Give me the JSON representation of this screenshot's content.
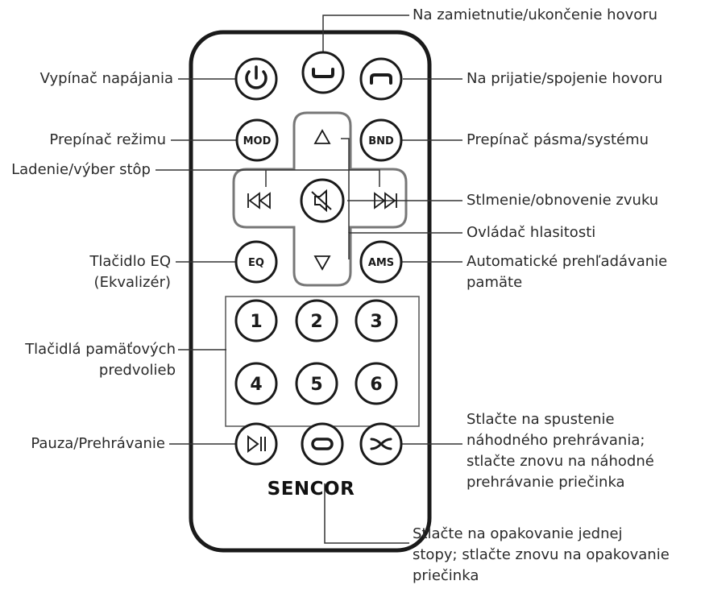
{
  "brand": "SENCOR",
  "buttons": {
    "mod": "MOD",
    "bnd": "BND",
    "eq": "EQ",
    "ams": "AMS",
    "presets": [
      "1",
      "2",
      "3",
      "4",
      "5",
      "6"
    ]
  },
  "labels": {
    "reject_call": "Na zamietnutie/ukončenie hovoru",
    "power": "Vypínač napájania",
    "accept_call": "Na prijatie/spojenie hovoru",
    "mode": "Prepínač režimu",
    "band": "Prepínač pásma/systému",
    "tuning": "Ladenie/výber stôp",
    "mute": "Stlmenie/obnovenie zvuku",
    "volume": "Ovládač hlasitosti",
    "eq_line1": "Tlačidlo EQ",
    "eq_line2": "(Ekvalizér)",
    "ams_line1": "Automatické prehľadávanie",
    "ams_line2": "pamäte",
    "presets_line1": "Tlačidlá pamäťových",
    "presets_line2": "predvolieb",
    "pause_play": "Pauza/Prehrávanie",
    "shuffle_line1": "Stlačte na spustenie",
    "shuffle_line2": "náhodného prehrávania;",
    "shuffle_line3": "stlačte znovu na náhodné",
    "shuffle_line4": "prehrávanie priečinka",
    "repeat_line1": "Stlačte na opakovanie jednej",
    "repeat_line2": "stopy; stlačte znovu na opakovanie",
    "repeat_line3": "priečinka"
  }
}
